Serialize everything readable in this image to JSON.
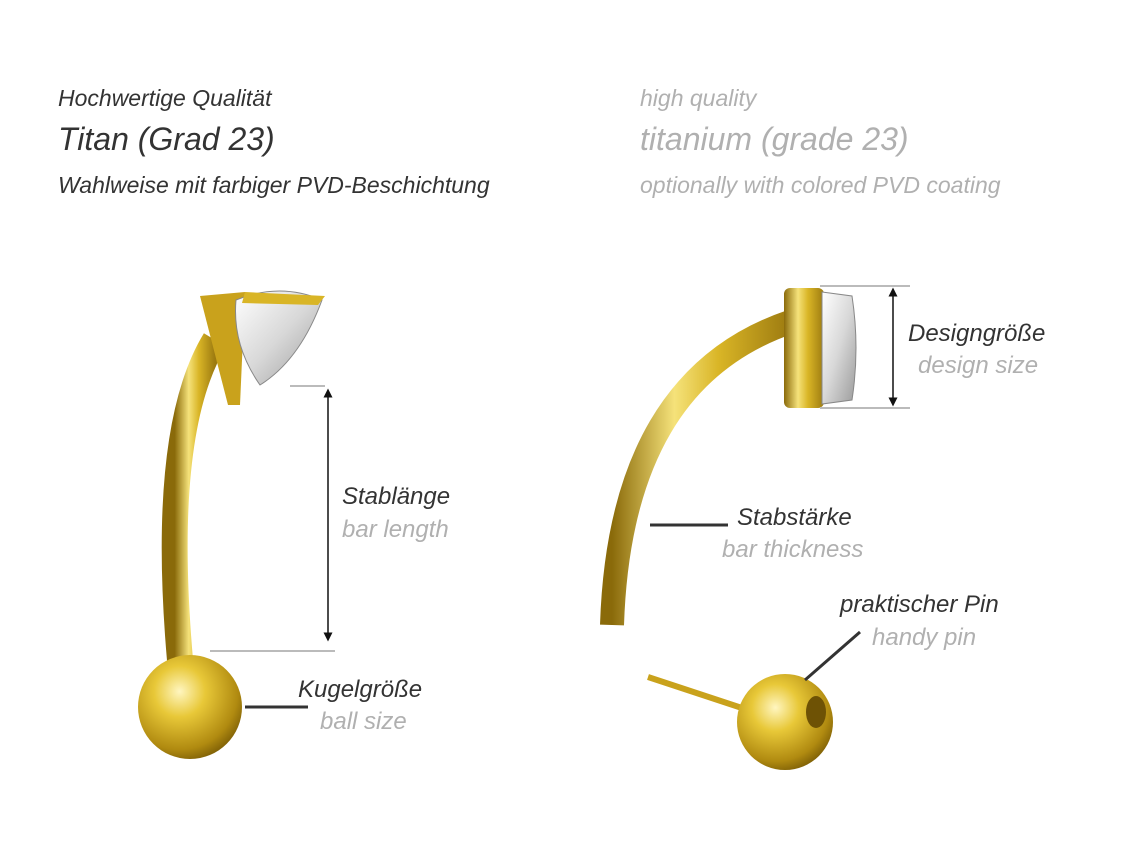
{
  "header": {
    "de": {
      "quality": "Hochwertige Qualität",
      "material": "Titan (Grad 23)",
      "coating": "Wahlweise mit farbiger PVD-Beschichtung"
    },
    "en": {
      "quality": "high quality",
      "material": "titanium (grade 23)",
      "coating": "optionally with colored PVD coating"
    }
  },
  "labels": {
    "bar_length": {
      "de": "Stablänge",
      "en": "bar length"
    },
    "ball_size": {
      "de": "Kugelgröße",
      "en": "ball size"
    },
    "design_size": {
      "de": "Designgröße",
      "en": "design size"
    },
    "bar_thickness": {
      "de": "Stabstärke",
      "en": "bar thickness"
    },
    "handy_pin": {
      "de": "praktischer Pin",
      "en": "handy pin"
    }
  },
  "colors": {
    "gold": "#d9b526",
    "dark_text": "#333333",
    "light_text": "#b0b0b0"
  }
}
